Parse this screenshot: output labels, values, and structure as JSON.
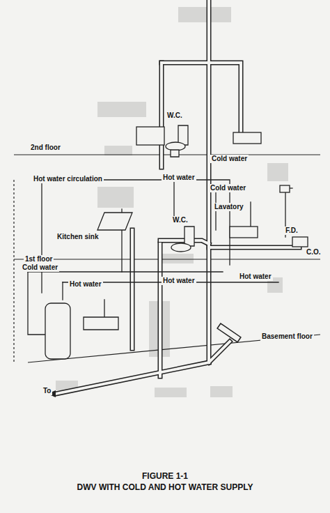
{
  "diagram": {
    "title": "FIGURE 1-1",
    "caption": "DWV WITH COLD AND HOT WATER SUPPLY",
    "labels": [
      "W.C.",
      "2nd floor",
      "Cold water",
      "Hot water circulation",
      "Hot water",
      "Cold water",
      "Lavatory",
      "W.C.",
      "F.D.",
      "C.O.",
      "Kitchen sink",
      "1st floor",
      "Cold water",
      "Hot water",
      "Hot water",
      "Hot water",
      "Basement floor",
      "To"
    ]
  }
}
